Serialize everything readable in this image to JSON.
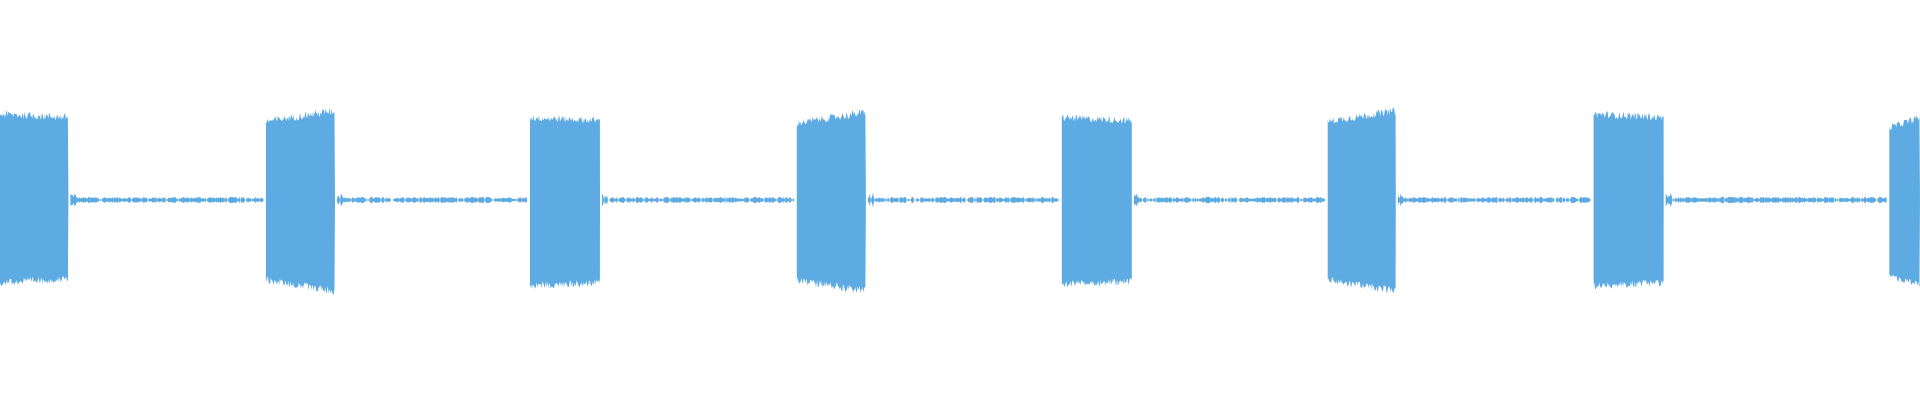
{
  "waveform": {
    "color": "#5dabe2",
    "background": "#ffffff",
    "bursts": [
      {
        "start": 0.0,
        "end": 0.0356,
        "peak_top": 0.5,
        "peak_bottom": 0.48
      },
      {
        "start": 0.1385,
        "end": 0.1745,
        "peak_top": 0.52,
        "peak_bottom": 0.53
      },
      {
        "start": 0.276,
        "end": 0.3125,
        "peak_top": 0.48,
        "peak_bottom": 0.5
      },
      {
        "start": 0.415,
        "end": 0.451,
        "peak_top": 0.51,
        "peak_bottom": 0.53
      },
      {
        "start": 0.553,
        "end": 0.5895,
        "peak_top": 0.48,
        "peak_bottom": 0.49
      },
      {
        "start": 0.6915,
        "end": 0.727,
        "peak_top": 0.52,
        "peak_bottom": 0.53
      },
      {
        "start": 0.83,
        "end": 0.8665,
        "peak_top": 0.5,
        "peak_bottom": 0.5
      },
      {
        "start": 0.984,
        "end": 1.0,
        "peak_top": 0.48,
        "peak_bottom": 0.5
      }
    ],
    "burst_level": 0.44,
    "silence_level": 0.008,
    "center": 0.5
  }
}
